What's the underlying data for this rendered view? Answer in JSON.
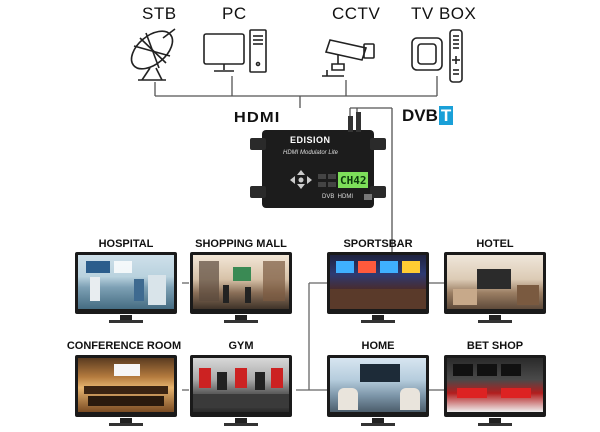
{
  "sources": [
    {
      "label": "STB",
      "icon": "satellite-dish-icon"
    },
    {
      "label": "PC",
      "icon": "desktop-computer-icon"
    },
    {
      "label": "CCTV",
      "icon": "security-camera-icon"
    },
    {
      "label": "TV BOX",
      "icon": "tv-box-remote-icon"
    }
  ],
  "input_logos": {
    "hdmi": "HDMI",
    "dvbt_main": "DVB",
    "dvbt_t": "T"
  },
  "device": {
    "brand": "EDISION",
    "model": "HDMI Modulator Lite",
    "display": "CH42",
    "ports_label": "DVB  HDMI"
  },
  "venues_top": [
    {
      "label": "HOSPITAL"
    },
    {
      "label": "SHOPPING MALL"
    },
    {
      "label": "SPORTSBAR"
    },
    {
      "label": "HOTEL"
    }
  ],
  "venues_bottom": [
    {
      "label": "CONFERENCE ROOM"
    },
    {
      "label": "GYM"
    },
    {
      "label": "HOME"
    },
    {
      "label": "BET SHOP"
    }
  ],
  "colors": {
    "line": "#555555",
    "device_body": "#1c1c1c",
    "display_green": "#7ddf5a",
    "dvbt_accent": "#1aa0d8"
  }
}
